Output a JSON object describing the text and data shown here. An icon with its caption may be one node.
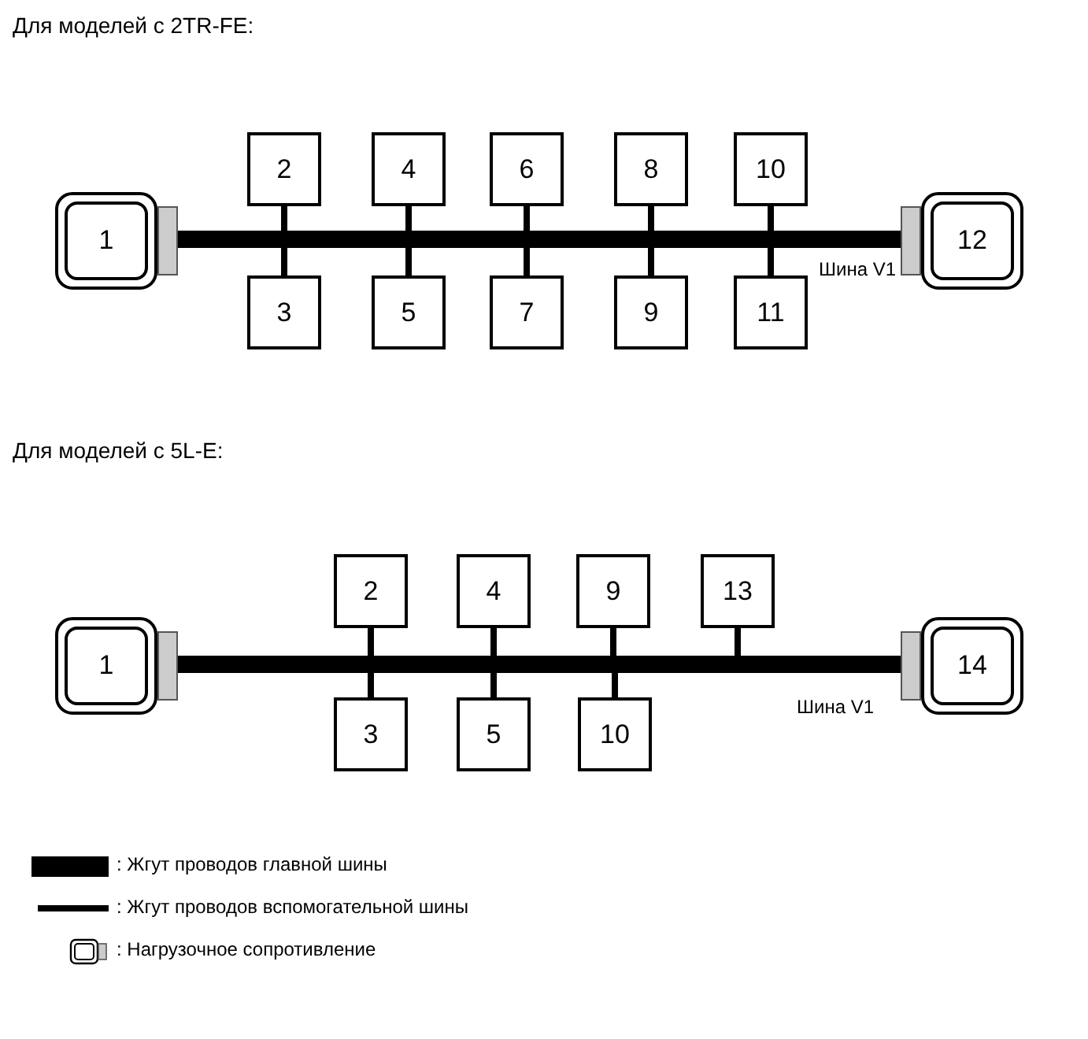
{
  "diagram": {
    "nodes": [
      {
        "text": [
          "1"
        ]
      },
      {
        "text": [
          "2"
        ]
      },
      {
        "text": [
          "3"
        ]
      },
      {
        "text": [
          "4"
        ]
      },
      {
        "text": [
          "5"
        ]
      },
      {
        "text": [
          "6"
        ]
      },
      {
        "text": [
          "7"
        ]
      },
      {
        "text": [
          "8"
        ]
      },
      {
        "text": [
          "9"
        ]
      },
      {
        "text": [
          "10"
        ]
      },
      {
        "text": [
          "11"
        ]
      },
      {
        "text": [
          "12"
        ]
      },
      {
        "text": [
          "1"
        ]
      },
      {
        "text": [
          "2"
        ]
      },
      {
        "text": [
          "3"
        ]
      },
      {
        "text": [
          "4"
        ]
      },
      {
        "text": [
          "5"
        ]
      },
      {
        "text": [
          "9"
        ]
      },
      {
        "text": [
          "10"
        ]
      },
      {
        "text": [
          "13"
        ]
      },
      {
        "text": [
          "14"
        ]
      }
    ],
    "edges": [
      {
        "from": 0,
        "to": 11,
        "arrow": "none",
        "style": "thick"
      },
      {
        "from": 1,
        "to": null,
        "arrow": "none"
      },
      {
        "from": 2,
        "to": null,
        "arrow": "none"
      },
      {
        "from": 3,
        "to": null,
        "arrow": "none"
      },
      {
        "from": 4,
        "to": null,
        "arrow": "none"
      },
      {
        "from": 5,
        "to": null,
        "arrow": "none"
      },
      {
        "from": 6,
        "to": null,
        "arrow": "none"
      },
      {
        "from": 7,
        "to": null,
        "arrow": "none"
      },
      {
        "from": 8,
        "to": null,
        "arrow": "none"
      },
      {
        "from": 9,
        "to": null,
        "arrow": "none"
      },
      {
        "from": 10,
        "to": null,
        "arrow": "none"
      },
      {
        "from": 12,
        "to": 20,
        "arrow": "none",
        "style": "thick"
      },
      {
        "from": 13,
        "to": null,
        "arrow": "none"
      },
      {
        "from": 14,
        "to": null,
        "arrow": "none"
      },
      {
        "from": 15,
        "to": null,
        "arrow": "none"
      },
      {
        "from": 16,
        "to": null,
        "arrow": "none"
      },
      {
        "from": 17,
        "to": null,
        "arrow": "none"
      },
      {
        "from": 18,
        "to": null,
        "arrow": "none"
      },
      {
        "from": 19,
        "to": null,
        "arrow": "none"
      }
    ],
    "labels": [
      "Для моделей с 2TR-FE:",
      "Шина V1",
      "Для моделей с 5L-E:",
      "Шина V1"
    ],
    "legend": [
      {
        "text": ": Жгут проводов главной шины"
      },
      {
        "text": ": Жгут проводов вспомогательной шины"
      },
      {
        "text": ": Нагрузочное сопротивление"
      }
    ]
  }
}
